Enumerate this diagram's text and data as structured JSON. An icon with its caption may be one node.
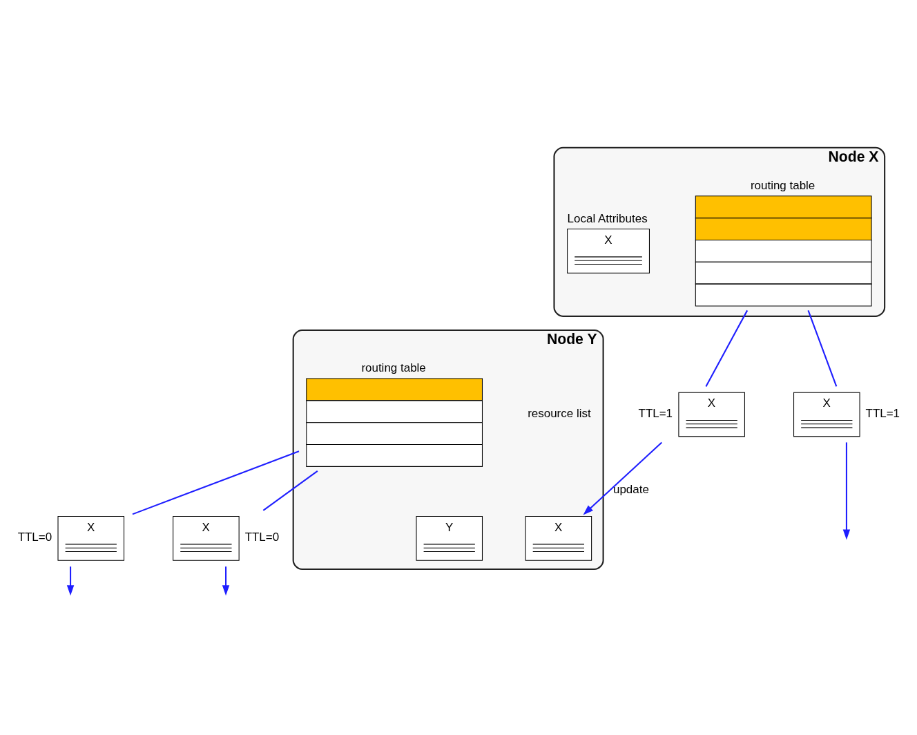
{
  "diagram": {
    "nodes": [
      {
        "text": [
          "Node X"
        ]
      },
      {
        "text": [
          "routing table"
        ],
        "in": 0
      },
      {
        "text": [
          "Local Attributes",
          "X"
        ],
        "in": 0
      },
      {
        "text": [
          "X"
        ],
        "beside": [
          "TTL=1"
        ]
      },
      {
        "text": [
          "X"
        ],
        "beside": [
          "TTL=1"
        ]
      },
      {
        "text": [
          "Node Y"
        ]
      },
      {
        "text": [
          "routing table"
        ],
        "in": 5
      },
      {
        "text": [
          "X"
        ],
        "in": 5
      },
      {
        "text": [
          "Y"
        ],
        "in": 5
      },
      {
        "text": [
          "X"
        ],
        "beside": [
          "TTL=0"
        ]
      },
      {
        "text": [
          "X"
        ],
        "beside": [
          "TTL=0"
        ]
      }
    ],
    "edges": [
      {
        "from": 1,
        "to": 3,
        "arrow": "none"
      },
      {
        "from": 1,
        "to": 4,
        "arrow": "none"
      },
      {
        "from": 3,
        "to": 7,
        "arrow": "to",
        "label": "update"
      },
      {
        "from": 4,
        "to": null,
        "arrow": "to"
      },
      {
        "from": 6,
        "to": 9,
        "arrow": "none"
      },
      {
        "from": 6,
        "to": 10,
        "arrow": "none"
      },
      {
        "from": 9,
        "to": null,
        "arrow": "to"
      },
      {
        "from": 10,
        "to": null,
        "arrow": "to"
      }
    ],
    "labels": [
      "resource list"
    ]
  }
}
